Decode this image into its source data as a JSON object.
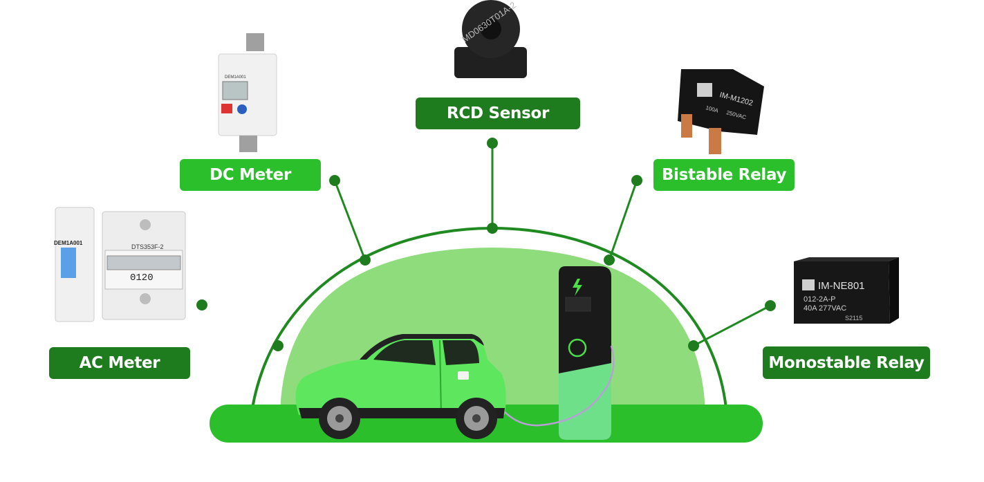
{
  "labels": {
    "rcd_sensor": "RCD Sensor",
    "dc_meter": "DC Meter",
    "bistable_relay": "Bistable Relay",
    "ac_meter": "AC Meter",
    "monostable_relay": "Monostable Relay"
  },
  "product_text": {
    "dc_meter_model": "DEM1A001",
    "ac_meter_small_model": "DEM1A001",
    "ac_meter_big_model": "DTS353F-2",
    "ac_meter_readout": "0120",
    "rcd_marking": "MD0630T01A-2",
    "bistable_model": "IM-M1202",
    "bistable_spec1": "100A",
    "bistable_spec2": "250VAC",
    "monostable_model": "IM-NE801",
    "monostable_spec1": "012-2A-P",
    "monostable_spec2": "40A 277VAC",
    "monostable_code": "S2115"
  },
  "colors": {
    "dark_green": "#1e7c1e",
    "bright_green": "#2cbf2c",
    "dome_green": "#8fdc7c",
    "line_green": "#1f8a1f"
  },
  "icons": [
    "electric-car-icon",
    "ev-charger-icon",
    "lightning-bolt-icon"
  ]
}
